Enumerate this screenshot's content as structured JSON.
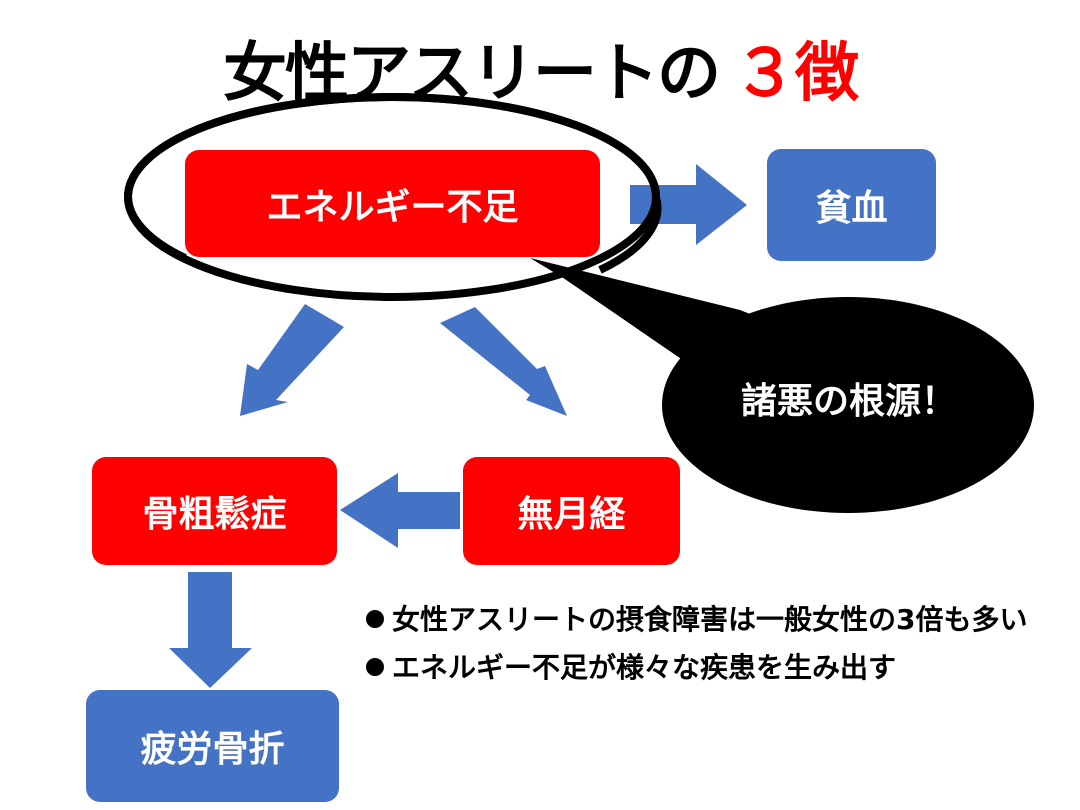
{
  "title": {
    "main": "女性アスリートの",
    "accent": "３徴"
  },
  "nodes": {
    "energy": "エネルギー不足",
    "anemia": "貧血",
    "osteoporosis": "骨粗鬆症",
    "amenorrhea": "無月経",
    "stress_fracture": "疲労骨折"
  },
  "callout": "諸悪の根源！",
  "bullets": [
    "女性アスリートの摂食障害は一般女性の3倍も多い",
    "エネルギー不足が様々な疾患を生み出す"
  ],
  "colors": {
    "red": "#ff0000",
    "blue": "#4472c4",
    "black": "#000000"
  }
}
